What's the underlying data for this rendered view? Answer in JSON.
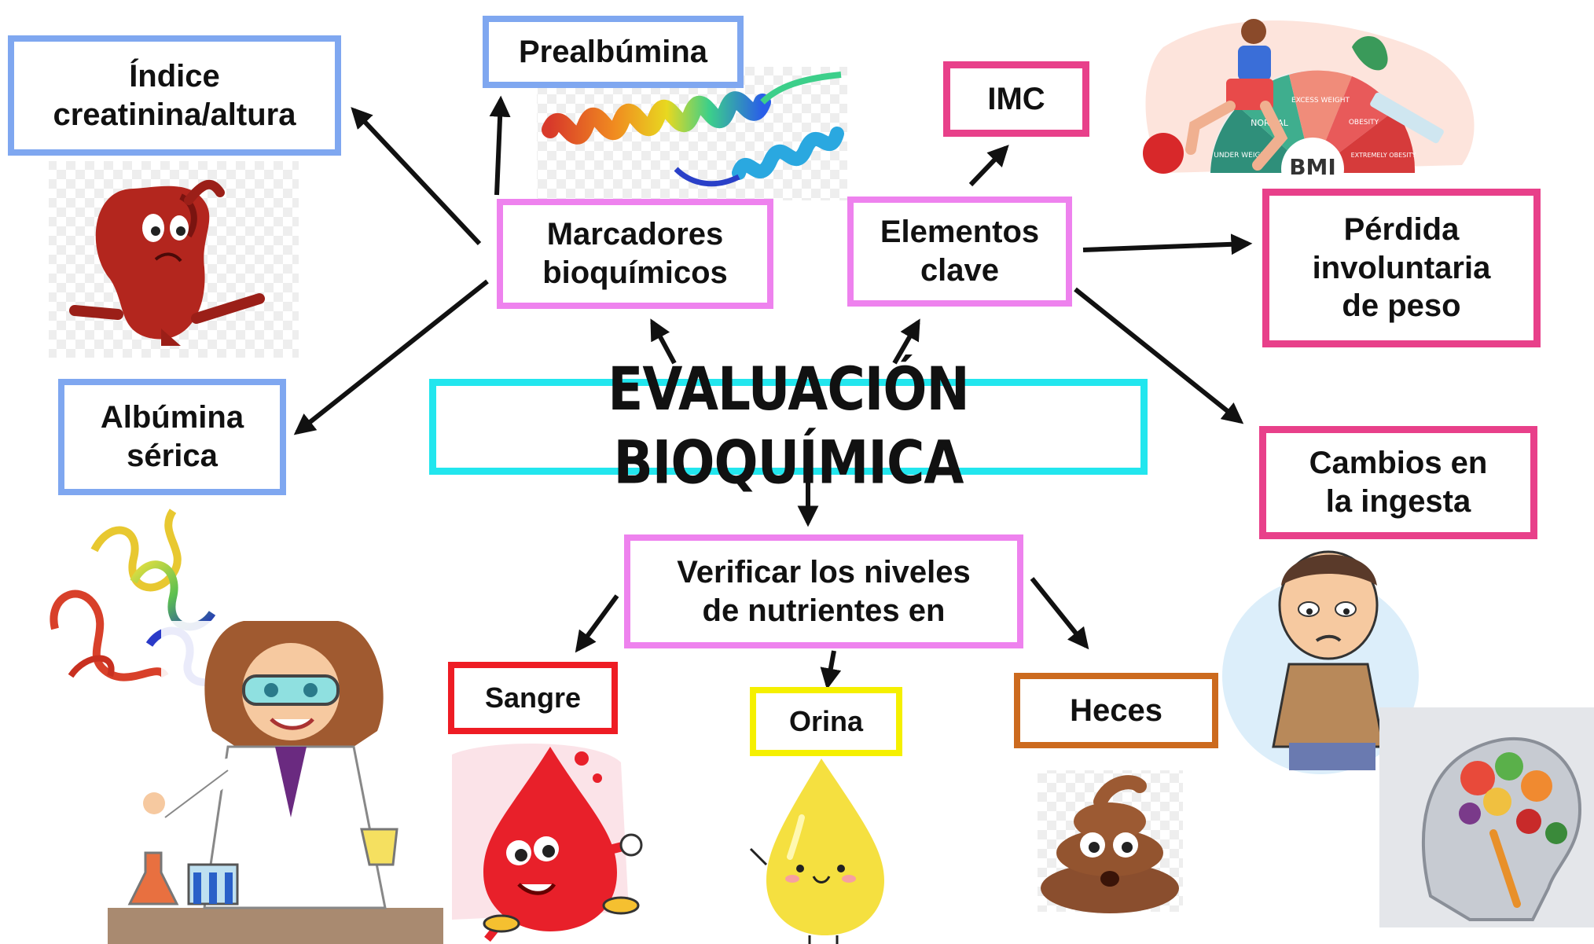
{
  "center": {
    "title": "EVALUACIÓN BIOQUÍMICA"
  },
  "marcadores": {
    "line1": "Marcadores",
    "line2": "bioquímicos"
  },
  "elementos": {
    "line1": "Elementos",
    "line2": "clave"
  },
  "verificar": {
    "line1": "Verificar los niveles",
    "line2": "de nutrientes en"
  },
  "indice": {
    "line1": "Índice",
    "line2": "creatinina/altura"
  },
  "prealbumina": {
    "label": "Prealbúmina"
  },
  "albumina": {
    "line1": "Albúmina",
    "line2": "sérica"
  },
  "imc": {
    "label": "IMC"
  },
  "perdida": {
    "line1": "Pérdida",
    "line2": "involuntaria",
    "line3": "de peso"
  },
  "cambios": {
    "line1": "Cambios en",
    "line2": "la ingesta"
  },
  "sangre": {
    "label": "Sangre"
  },
  "orina": {
    "label": "Orina"
  },
  "heces": {
    "label": "Heces"
  },
  "bmi_illustration": {
    "gauge_label": "BMI",
    "segments": [
      "UNDER WEIGHT",
      "NORMAL",
      "EXCESS WEIGHT",
      "OBESITY",
      "EXTREMELY OBESITY"
    ]
  },
  "colors": {
    "blue_border": "#7fa7f0",
    "pink_border": "#ee82ee",
    "magenta_border": "#e8408a",
    "cyan_border": "#22e6ee",
    "red_border": "#ee1c24",
    "yellow_border": "#f5f000",
    "orange_border": "#cc6a1e"
  },
  "icons": [
    "kidney-illustration",
    "protein-helix-illustration",
    "albumin-protein-illustration",
    "scientist-illustration",
    "bmi-gauge-illustration",
    "sad-boy-illustration",
    "blood-drop-illustration",
    "urine-drop-illustration",
    "poop-illustration",
    "brain-food-illustration"
  ]
}
